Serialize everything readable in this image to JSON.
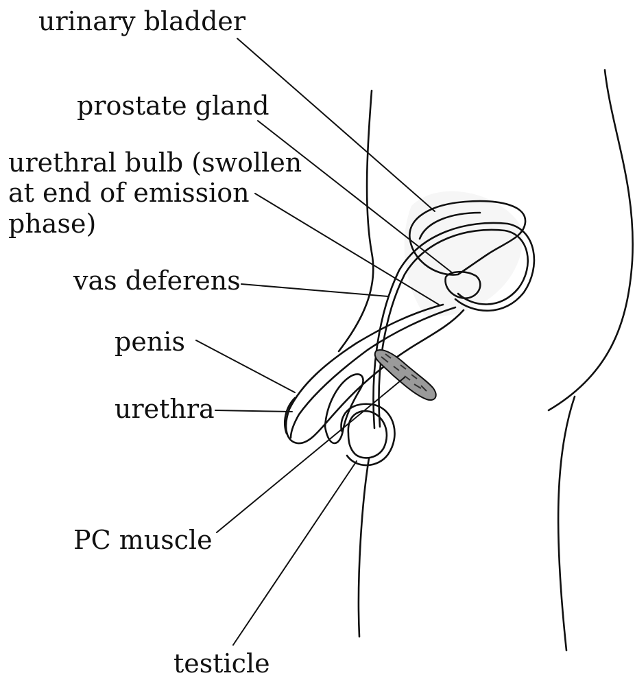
{
  "labels": {
    "urinary_bladder": "urinary bladder",
    "prostate_gland": "prostate gland",
    "urethral_bulb_line1": "urethral bulb (swollen",
    "urethral_bulb_line2": "at end of emission",
    "urethral_bulb_line3": "phase)",
    "vas_deferens": "vas deferens",
    "penis": "penis",
    "urethra": "urethra",
    "pc_muscle": "PC muscle",
    "testicle": "testicle"
  }
}
